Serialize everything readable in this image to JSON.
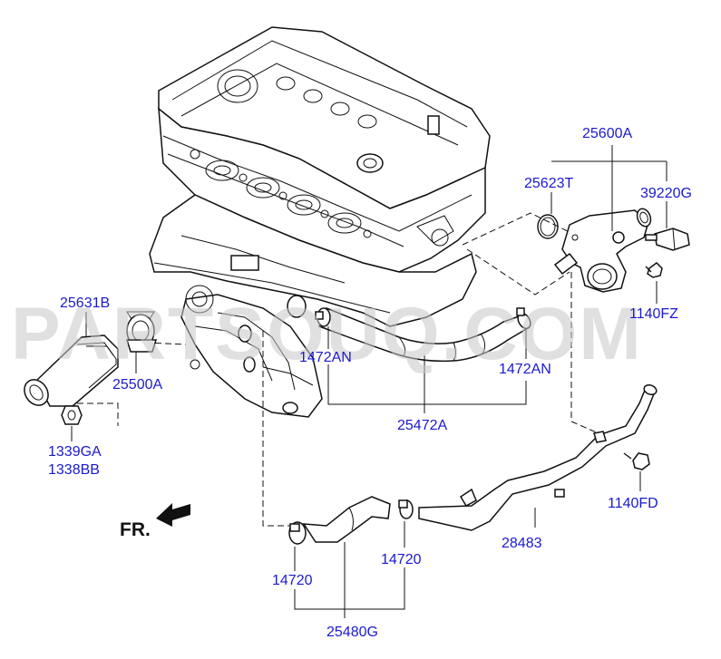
{
  "watermark": "PARTSOUQ.COM",
  "front_indicator": "FR.",
  "labels": {
    "p25600A": "25600A",
    "p25623T": "25623T",
    "p39220G": "39220G",
    "p1140FZ": "1140FZ",
    "p25631B": "25631B",
    "p25500A": "25500A",
    "p1339GA": "1339GA",
    "p1338BB": "1338BB",
    "p1472AN_left": "1472AN",
    "p1472AN_right": "1472AN",
    "p25472A": "25472A",
    "p1140FD": "1140FD",
    "p28483": "28483",
    "p14720_left": "14720",
    "p14720_right": "14720",
    "p25480G": "25480G"
  },
  "colors": {
    "label": "#1a1ad0",
    "line": "#111111",
    "watermark": "#c8c8c8"
  }
}
